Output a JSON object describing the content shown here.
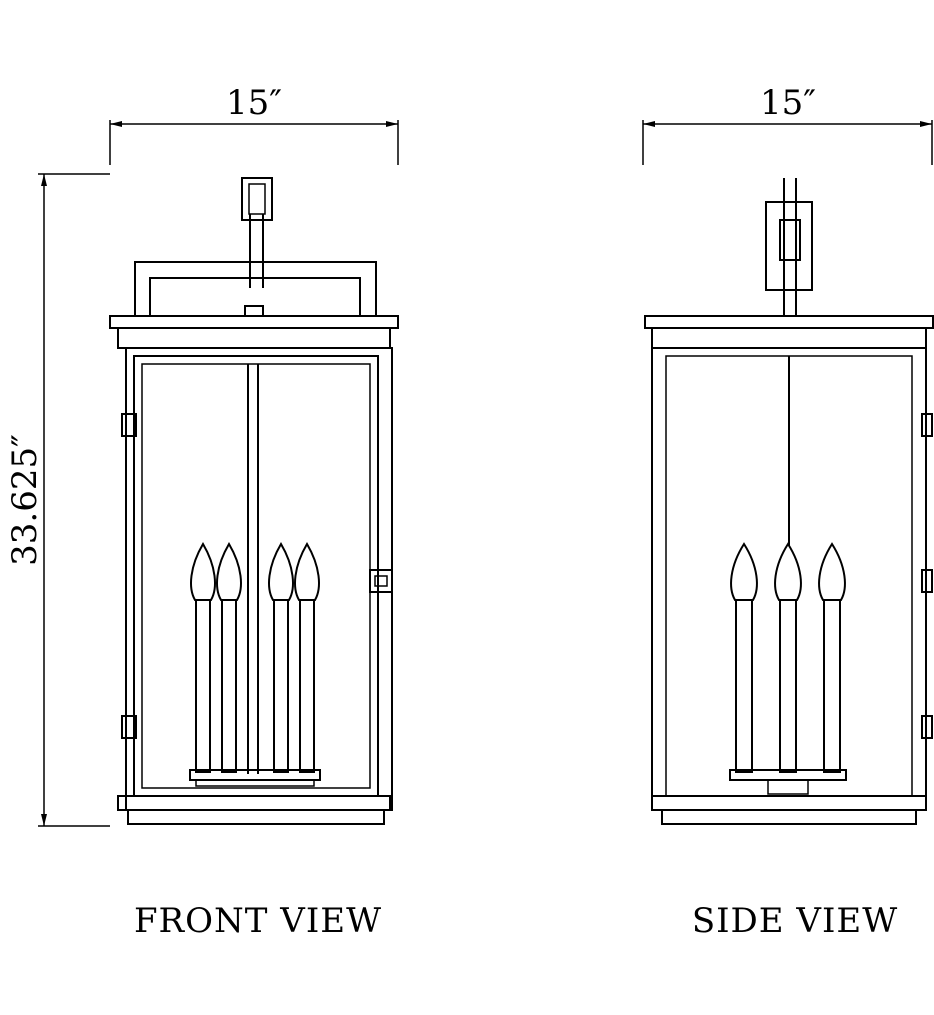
{
  "dimensions": {
    "front_width": "15″",
    "side_width": "15″",
    "height": "33.625″"
  },
  "captions": {
    "front": "FRONT VIEW",
    "side": "SIDE VIEW"
  }
}
